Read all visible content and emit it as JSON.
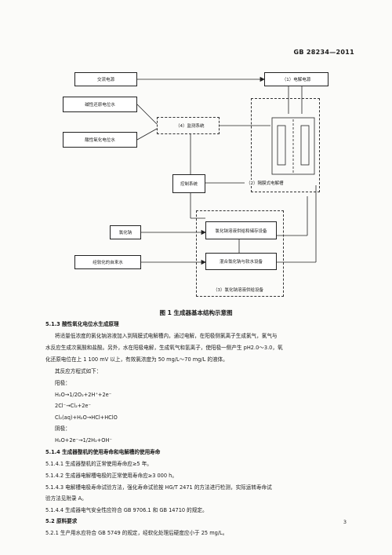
{
  "header": {
    "std_code": "GB 28234—2011"
  },
  "diagram": {
    "boxes": {
      "ac": "交流电源",
      "power": "（1）电解电源",
      "alk": "碱性还原电位水",
      "acid": "酸性氧化电位水",
      "detect": "（4）监测系统",
      "control": "控制系统",
      "membrane": "（2）隔膜式电解槽",
      "nacl": "氯化钠",
      "soft_water": "经软化的自来水",
      "brine_store": "氯化钠溶液供给和储存设备",
      "mix": "混合氯化钠与软水设备",
      "supply": "（3）氯化钠溶液供给设备"
    }
  },
  "caption": "图 1   生成器基本结构示意图",
  "lines": [
    {
      "text": "5.1.3   酸性氧化电位水生成原理",
      "bold": true
    },
    {
      "text": "将适量低浓度的氯化钠溶液加入到隔膜式电解槽内，通过电解，在阳极侧氯离子生成氯气，氯气与"
    },
    {
      "text": "水反应生成次氯酸和盐酸。另外，水在阳极电解，生成氧气和氢离子，使阳极一侧产生 pH2.0～3.0，氧"
    },
    {
      "text": "化还原电位在上 1 100 mV 以上，有效氯浓度为 50 mg/L～70 mg/L 的液体。"
    },
    {
      "text": "其反应方程式如下："
    },
    {
      "text": "阳极："
    },
    {
      "text": "H₂O→1/2O₂+2H⁺+2e⁻"
    },
    {
      "text": "2Cl⁻→Cl₂+2e⁻"
    },
    {
      "text": "Cl₂(aq)+H₂O→HCl+HClO"
    },
    {
      "text": "阴极："
    },
    {
      "text": "H₂O+2e⁻→1/2H₂+OH⁻"
    },
    {
      "text": "5.1.4   生成器整机的使用寿命和电解槽的使用寿命",
      "bold": true
    },
    {
      "text": "5.1.4.1   生成器整机的正常使用寿命应≥5 年。"
    },
    {
      "text": "5.1.4.2   生成器电解槽电极的正常使用寿命应≥3 000 h。"
    },
    {
      "text": "5.1.4.3   电解槽电极寿命试验方法，强化寿命试验按 HG/T 2471 的方法进行检测，实际运转寿命试"
    },
    {
      "text": "验方法见附录 A。"
    },
    {
      "text": "5.1.4.4   生成器电气安全性应符合 GB 9706.1 和 GB 14710 的规定。"
    },
    {
      "text": "5.2   原料要求",
      "bold": true
    },
    {
      "text": "5.2.1   生产用水应符合 GB 5749 的规定，经软化处理后硬度应小于 25 mg/L。"
    }
  ],
  "page_number": "3"
}
